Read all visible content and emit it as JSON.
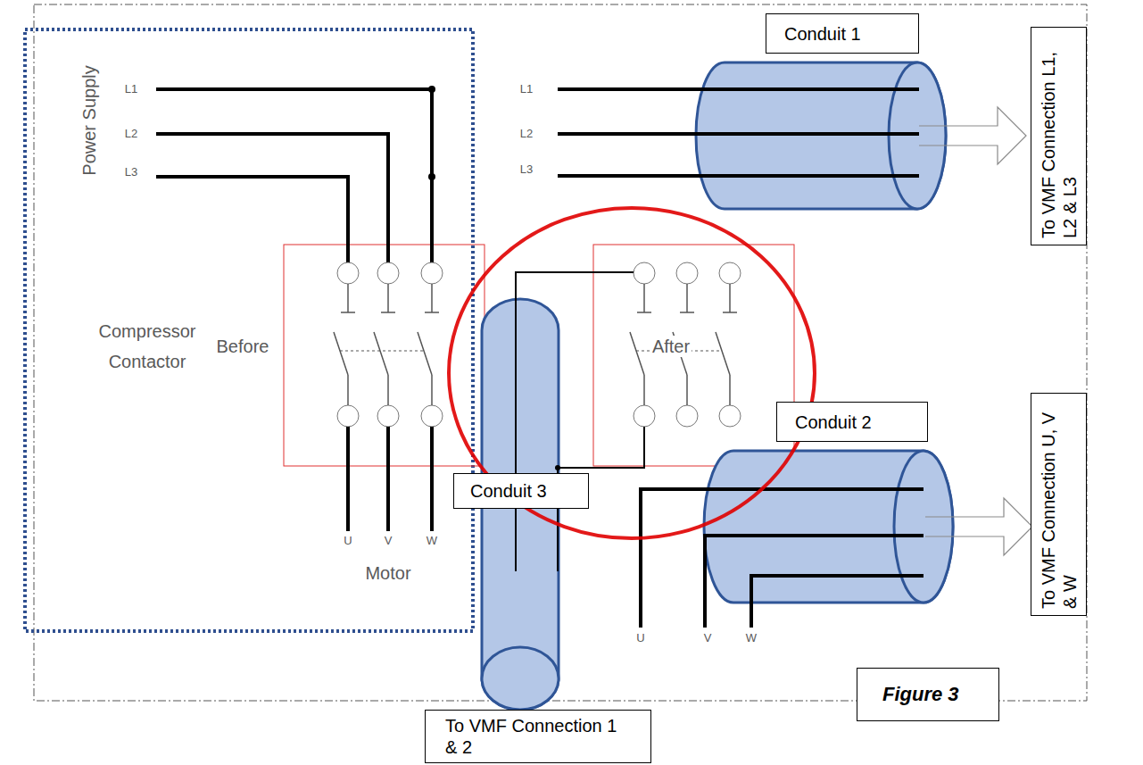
{
  "diagram": {
    "nodes": [
      {
        "text": [
          "Conduit 1"
        ]
      },
      {
        "text": [
          "To VMF Connection L1, L2 & L3"
        ]
      },
      {
        "text": [
          "Conduit 2"
        ]
      },
      {
        "text": [
          "Conduit 3"
        ]
      },
      {
        "text": [
          "To VMF Connection U, V & W"
        ]
      },
      {
        "text": [
          "To VMF Connection 1 & 2"
        ]
      },
      {
        "text": [
          "Figure 3"
        ]
      }
    ],
    "labels": [
      "Power Supply",
      "L1",
      "L2",
      "L3",
      "Compressor Contactor",
      "Before",
      "After",
      "U",
      "V",
      "W",
      "Motor",
      "L1",
      "L2",
      "L3",
      "U",
      "V",
      "W"
    ]
  }
}
